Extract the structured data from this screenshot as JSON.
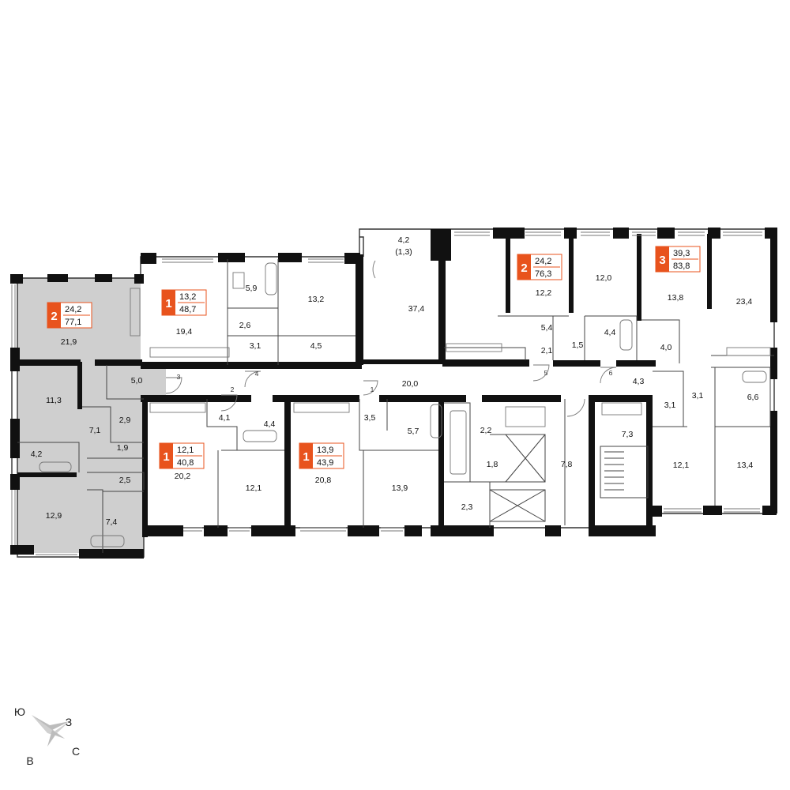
{
  "colors": {
    "accent": "#E8531D",
    "selected_fill": "#CFCFCF",
    "wall": "#111111",
    "background": "#FFFFFF"
  },
  "apartments": [
    {
      "id": "apt-2-left",
      "rooms": "2",
      "living": "24,2",
      "total": "77,1",
      "selected": true
    },
    {
      "id": "apt-1-a",
      "rooms": "1",
      "living": "13,2",
      "total": "48,7",
      "selected": false
    },
    {
      "id": "apt-2-b",
      "rooms": "2",
      "living": "24,2",
      "total": "76,3",
      "selected": false
    },
    {
      "id": "apt-3",
      "rooms": "3",
      "living": "39,3",
      "total": "83,8",
      "selected": false
    },
    {
      "id": "apt-1-b",
      "rooms": "1",
      "living": "12,1",
      "total": "40,8",
      "selected": false
    },
    {
      "id": "apt-1-c",
      "rooms": "1",
      "living": "13,9",
      "total": "43,9",
      "selected": false
    }
  ],
  "room_areas": [
    "21,9",
    "5,0",
    "11,3",
    "2,9",
    "7,1",
    "4,2",
    "1,9",
    "2,5",
    "12,9",
    "7,4",
    "19,4",
    "5,9",
    "2,6",
    "3,1",
    "13,2",
    "4,5",
    "4,2",
    "(1,3)",
    "37,4",
    "12,2",
    "12,0",
    "5,4",
    "2,1",
    "1,5",
    "4,4",
    "13,8",
    "23,4",
    "4,0",
    "4,3",
    "3,1",
    "3,1",
    "6,6",
    "20,0",
    "4,1",
    "4,4",
    "20,2",
    "12,1",
    "3,5",
    "5,7",
    "20,8",
    "13,9",
    "2,2",
    "1,8",
    "2,3",
    "7,8",
    "7,3",
    "12,1",
    "13,4"
  ],
  "door_numbers": [
    "1",
    "2",
    "3",
    "4",
    "5",
    "6"
  ],
  "compass": {
    "west": "З",
    "south": "Ю",
    "east": "В",
    "north": "С"
  }
}
